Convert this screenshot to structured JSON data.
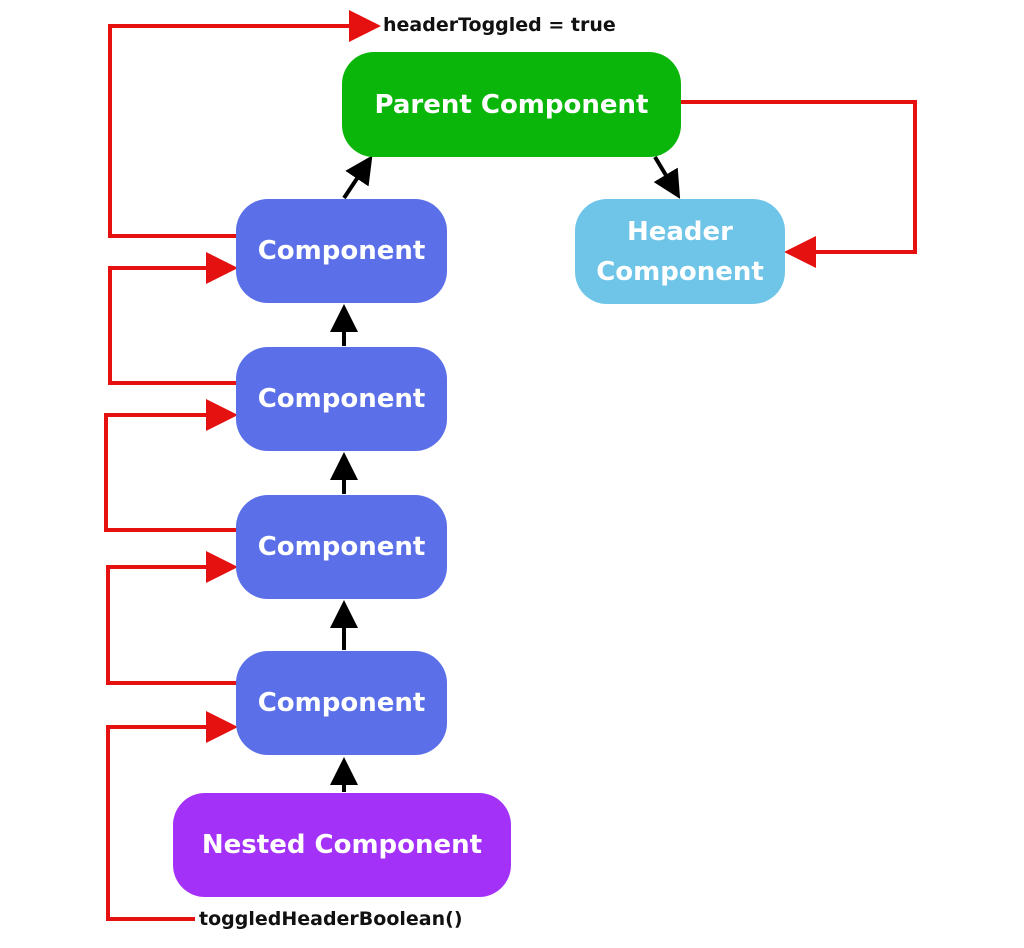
{
  "labels": {
    "top": "headerToggled = true",
    "bottom": "toggledHeaderBoolean()"
  },
  "nodes": {
    "parent": {
      "text": "Parent Component",
      "color": "#0bb60b"
    },
    "header": {
      "text": "Header Component",
      "color": "#6fc5e8"
    },
    "c1": {
      "text": "Component",
      "color": "#5a6fe8"
    },
    "c2": {
      "text": "Component",
      "color": "#5a6fe8"
    },
    "c3": {
      "text": "Component",
      "color": "#5a6fe8"
    },
    "c4": {
      "text": "Component",
      "color": "#5a6fe8"
    },
    "nested": {
      "text": "Nested Component",
      "color": "#a431f7"
    }
  },
  "colors": {
    "flow_arrow": "#e51111",
    "hierarchy_arrow": "#000000"
  }
}
